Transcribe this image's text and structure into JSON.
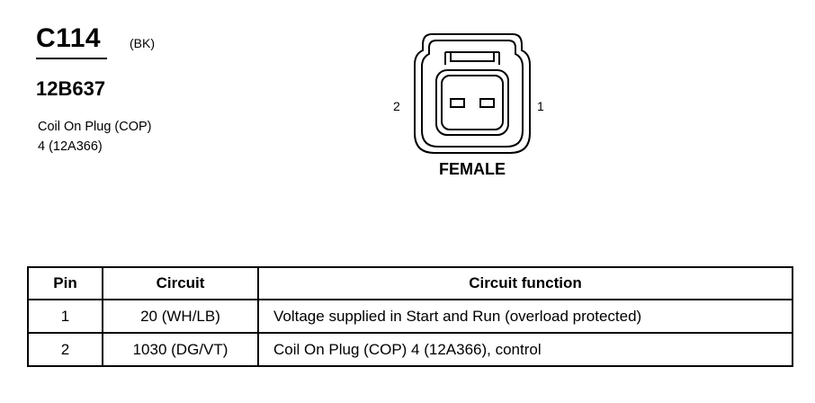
{
  "connector": {
    "id": "C114",
    "color": "(BK)",
    "part_number": "12B637",
    "description_line1": "Coil On Plug (COP)",
    "description_line2": "4 (12A366)",
    "gender": "FEMALE",
    "pin_left": "2",
    "pin_right": "1"
  },
  "table": {
    "headers": [
      "Pin",
      "Circuit",
      "Circuit function"
    ],
    "rows": [
      {
        "pin": "1",
        "circuit": "20 (WH/LB)",
        "function": "Voltage supplied in Start and Run (overload protected)"
      },
      {
        "pin": "2",
        "circuit": "1030 (DG/VT)",
        "function": "Coil On Plug (COP) 4 (12A366), control"
      }
    ]
  }
}
